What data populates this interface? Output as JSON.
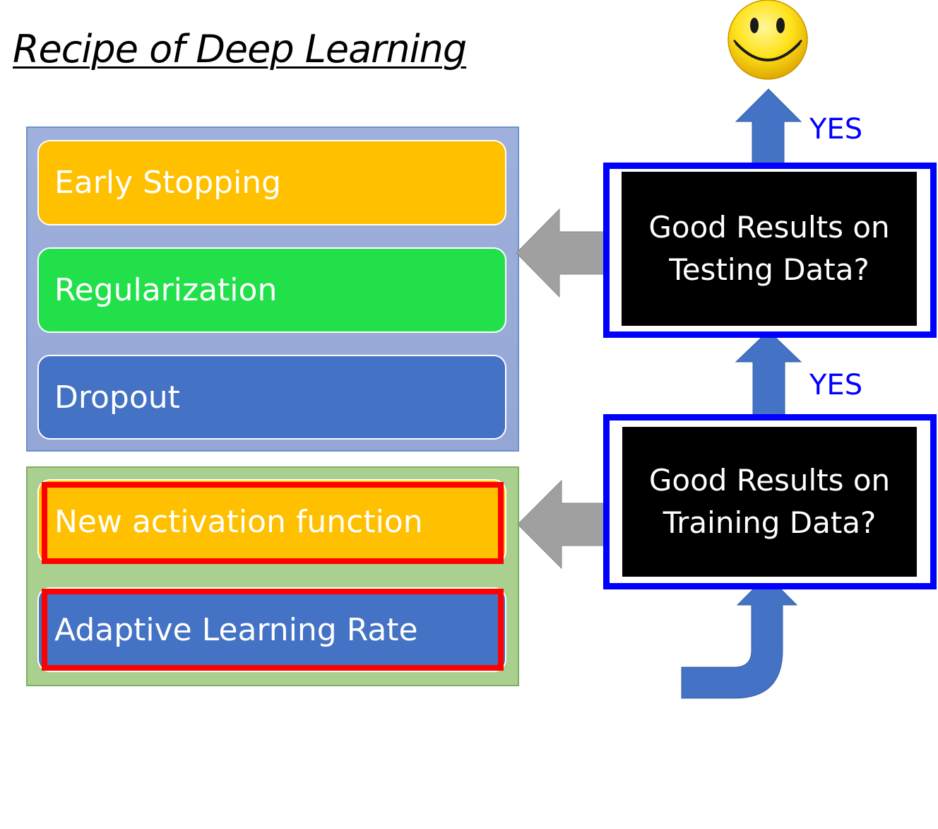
{
  "title": "Recipe of Deep Learning",
  "groups": {
    "testing": {
      "items": [
        "Early Stopping",
        "Regularization",
        "Dropout"
      ]
    },
    "training": {
      "items": [
        "New activation function",
        "Adaptive Learning Rate"
      ]
    }
  },
  "questions": {
    "testing": {
      "line1": "Good Results on",
      "line2": "Testing Data?"
    },
    "training": {
      "line1": "Good Results on",
      "line2": "Training Data?"
    }
  },
  "yes_labels": {
    "upper": "YES",
    "lower": "YES"
  },
  "icons": {
    "result": "smiley-face-icon"
  },
  "colors": {
    "orange": "#ffc000",
    "green": "#22e04a",
    "blue": "#4472c4",
    "highlight": "#ff0000",
    "frame": "#0000ff",
    "arrow_gray": "#a0a0a0"
  }
}
